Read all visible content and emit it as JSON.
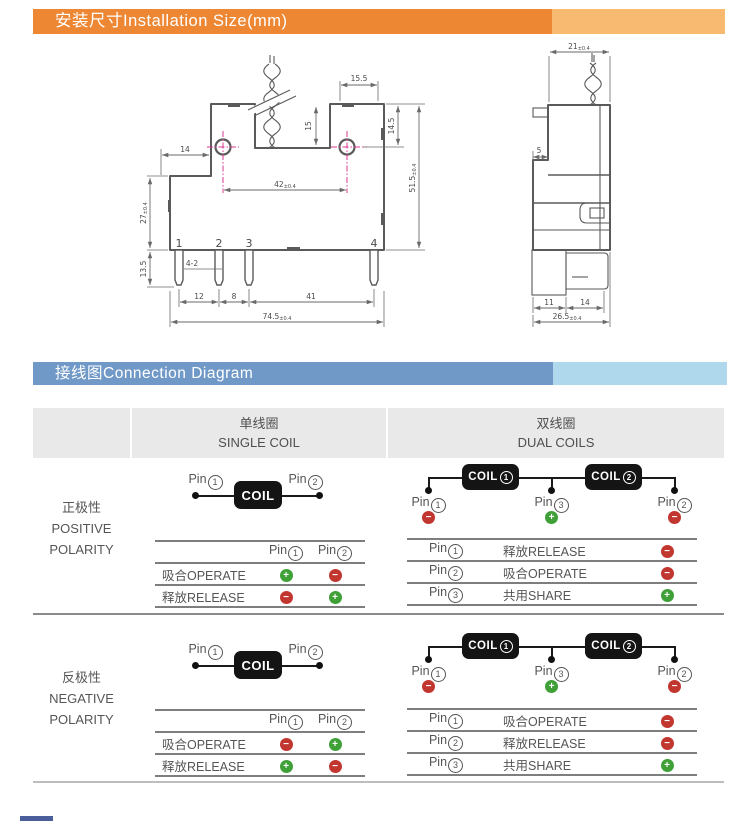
{
  "installation": {
    "title": "安装尺寸Installation Size(mm)",
    "front": {
      "pins": [
        "1",
        "2",
        "3",
        "4"
      ],
      "dims": {
        "ear_w": {
          "v": "15.5"
        },
        "notch_h": {
          "v": "15"
        },
        "ear_h": {
          "v": "14.5"
        },
        "step_w": {
          "v": "14"
        },
        "hole_sp": {
          "v": "42",
          "tol": "±0.4"
        },
        "left_h": {
          "v": "27",
          "tol": "±0.4"
        },
        "total_h": {
          "v": "51.5",
          "tol": "±0.4"
        },
        "pin_l": {
          "v": "13.5"
        },
        "pin_note": {
          "v": "4-2"
        },
        "sp12": {
          "v": "12"
        },
        "sp8": {
          "v": "8"
        },
        "sp41": {
          "v": "41"
        },
        "total_w": {
          "v": "74.5",
          "tol": "±0.4"
        }
      }
    },
    "side": {
      "dims": {
        "top_w": {
          "v": "21",
          "tol": "±0.4"
        },
        "tab": {
          "v": "5"
        },
        "base_l": {
          "v": "11"
        },
        "base_r": {
          "v": "14"
        },
        "total_w": {
          "v": "26.5",
          "tol": "±0.4"
        }
      }
    }
  },
  "connection": {
    "title": "接线图Connection Diagram",
    "pin_word": "Pin",
    "coil_word": "COIL",
    "columns": {
      "single_zh": "单线圈",
      "single_en": "SINGLE COIL",
      "dual_zh": "双线圈",
      "dual_en": "DUAL COILS"
    },
    "positive": {
      "zh": "正极性",
      "en1": "POSITIVE",
      "en2": "POLARITY",
      "single": {
        "left_pin": "1",
        "right_pin": "2",
        "header_pins": [
          "1",
          "2"
        ],
        "rows": [
          {
            "label": "吸合OPERATE",
            "s1": "plus",
            "s2": "minus"
          },
          {
            "label": "释放RELEASE",
            "s1": "minus",
            "s2": "plus"
          }
        ]
      },
      "dual": {
        "coil1": "1",
        "coil2": "2",
        "pins": [
          {
            "n": "1",
            "sign": "minus"
          },
          {
            "n": "3",
            "sign": "plus"
          },
          {
            "n": "2",
            "sign": "minus"
          }
        ],
        "rows": [
          {
            "pin": "1",
            "label": "释放RELEASE",
            "sign": "minus"
          },
          {
            "pin": "2",
            "label": "吸合OPERATE",
            "sign": "minus"
          },
          {
            "pin": "3",
            "label": "共用SHARE",
            "sign": "plus"
          }
        ]
      }
    },
    "negative": {
      "zh": "反极性",
      "en1": "NEGATIVE",
      "en2": "POLARITY",
      "single": {
        "left_pin": "1",
        "right_pin": "2",
        "header_pins": [
          "1",
          "2"
        ],
        "rows": [
          {
            "label": "吸合OPERATE",
            "s1": "minus",
            "s2": "plus"
          },
          {
            "label": "释放RELEASE",
            "s1": "plus",
            "s2": "minus"
          }
        ]
      },
      "dual": {
        "coil1": "1",
        "coil2": "2",
        "pins": [
          {
            "n": "1",
            "sign": "minus"
          },
          {
            "n": "3",
            "sign": "plus"
          },
          {
            "n": "2",
            "sign": "minus"
          }
        ],
        "rows": [
          {
            "pin": "1",
            "label": "吸合OPERATE",
            "sign": "minus"
          },
          {
            "pin": "2",
            "label": "释放RELEASE",
            "sign": "minus"
          },
          {
            "pin": "3",
            "label": "共用SHARE",
            "sign": "plus"
          }
        ]
      }
    }
  },
  "colors": {
    "orange": "#ED8733",
    "orange_light": "#F7BA70",
    "blue": "#7099C7",
    "blue_light": "#AFD8EC",
    "badge_plus": "#3FA037",
    "badge_minus": "#C23630",
    "header_gray": "#E9E9E9"
  }
}
